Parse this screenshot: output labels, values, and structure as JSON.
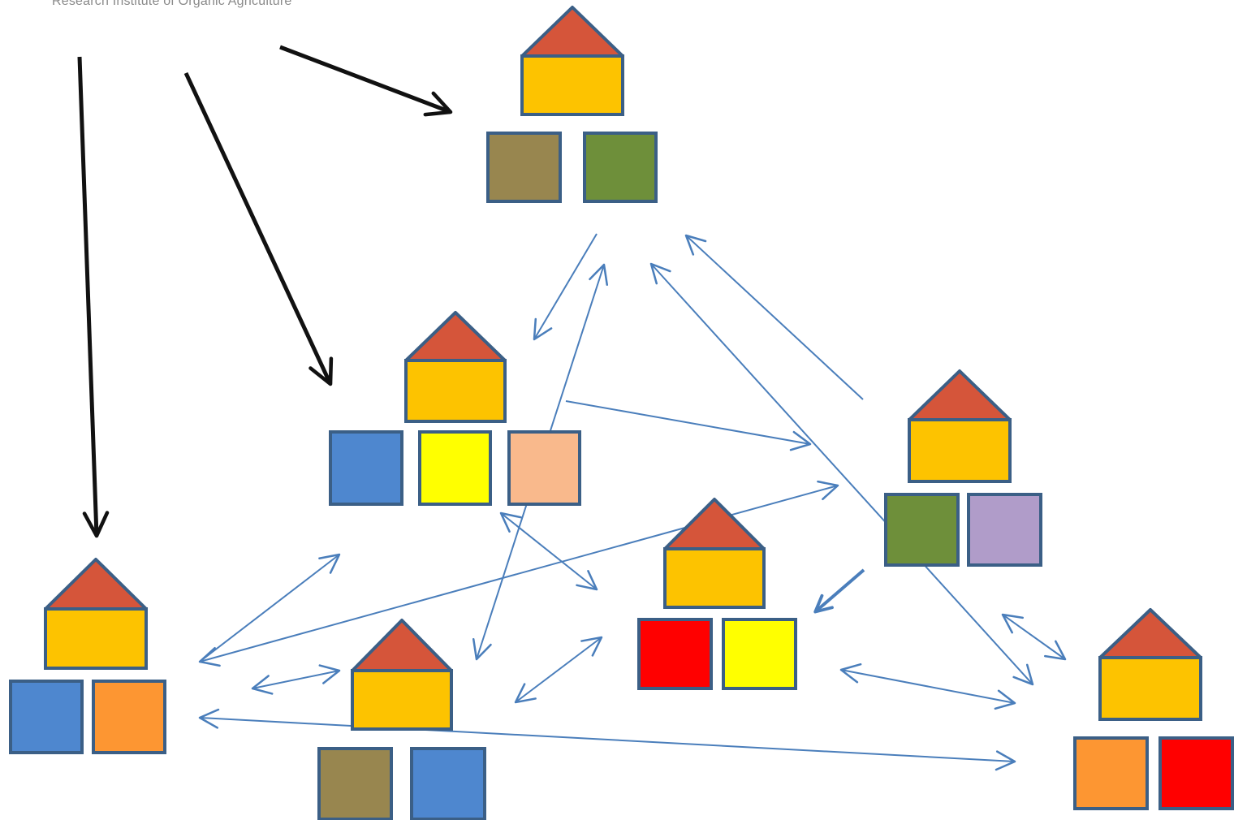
{
  "header": {
    "caption": "Research Institute of Organic Agriculture"
  },
  "colors": {
    "roof": "#d5553a",
    "house_body": "#fdc300",
    "outline": "#3b5f86",
    "connector": "#4a7ebb",
    "feeder_arrow": "#111111"
  },
  "icons": [
    "house-icon",
    "block-icon",
    "arrow-icon",
    "double-arrow-icon"
  ],
  "houses": [
    {
      "id": "top",
      "blocks": [
        "#98864f",
        "#6e8f3a"
      ]
    },
    {
      "id": "middle-left",
      "blocks": [
        "#4e87cf",
        "#ffff00",
        "#f9b98c"
      ]
    },
    {
      "id": "right",
      "blocks": [
        "#6e8f3a",
        "#b09cc9"
      ]
    },
    {
      "id": "center",
      "blocks": [
        "#ff0000",
        "#ffff00"
      ]
    },
    {
      "id": "left",
      "blocks": [
        "#4e87cf",
        "#fd9632"
      ]
    },
    {
      "id": "bottom-center",
      "blocks": [
        "#98864f",
        "#4e87cf"
      ]
    },
    {
      "id": "bottom-right",
      "blocks": [
        "#fd9632",
        "#ff0000"
      ]
    }
  ]
}
